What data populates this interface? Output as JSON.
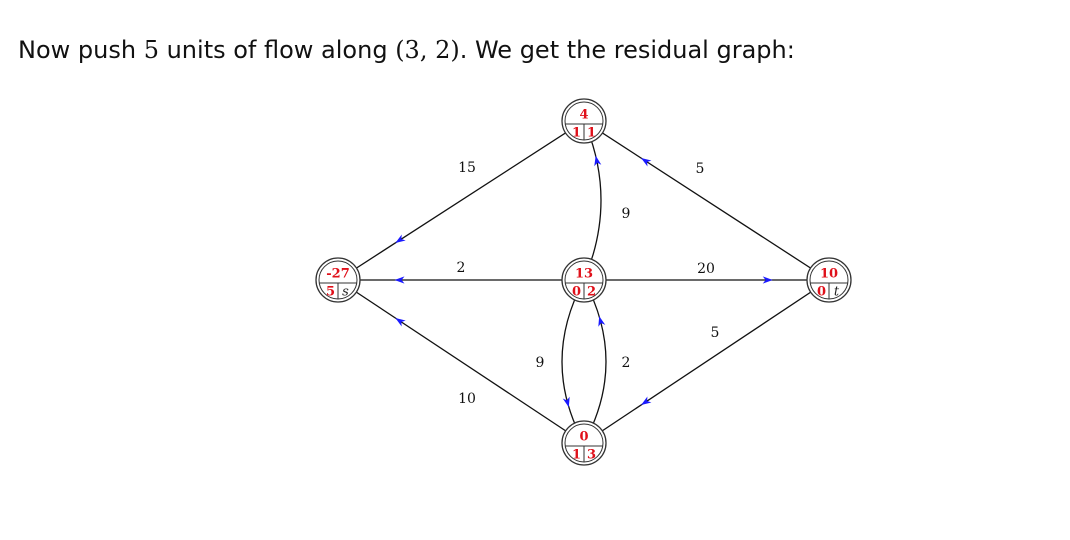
{
  "heading": {
    "text_before": "Now push ",
    "amount": "5",
    "text_middle": " units of flow along ",
    "edge": "(3, 2)",
    "text_after": ". We get the residual graph:"
  },
  "colors": {
    "node_label": "#e0101a",
    "arrow": "#1a1aff",
    "edge": "#111111",
    "node_ring": "#333333"
  },
  "graph": {
    "nodes": [
      {
        "id": "s",
        "value": "-27",
        "left": "5",
        "right": "s",
        "right_italic": true
      },
      {
        "id": "n1",
        "value": "4",
        "left": "1",
        "right": "1",
        "right_italic": false
      },
      {
        "id": "n2",
        "value": "13",
        "left": "0",
        "right": "2",
        "right_italic": false
      },
      {
        "id": "n3",
        "value": "0",
        "left": "1",
        "right": "3",
        "right_italic": false
      },
      {
        "id": "t",
        "value": "10",
        "left": "0",
        "right": "t",
        "right_italic": true
      }
    ],
    "edges": [
      {
        "from": "n1",
        "to": "s",
        "capacity": "15"
      },
      {
        "from": "n2",
        "to": "s",
        "capacity": "2"
      },
      {
        "from": "n3",
        "to": "s",
        "capacity": "10"
      },
      {
        "from": "n2",
        "to": "n1",
        "capacity": "9"
      },
      {
        "from": "t",
        "to": "n1",
        "capacity": "5"
      },
      {
        "from": "n2",
        "to": "t",
        "capacity": "20"
      },
      {
        "from": "t",
        "to": "n3",
        "capacity": "5"
      },
      {
        "from": "n2",
        "to": "n3",
        "capacity": "9"
      },
      {
        "from": "n3",
        "to": "n2",
        "capacity": "2"
      }
    ]
  }
}
